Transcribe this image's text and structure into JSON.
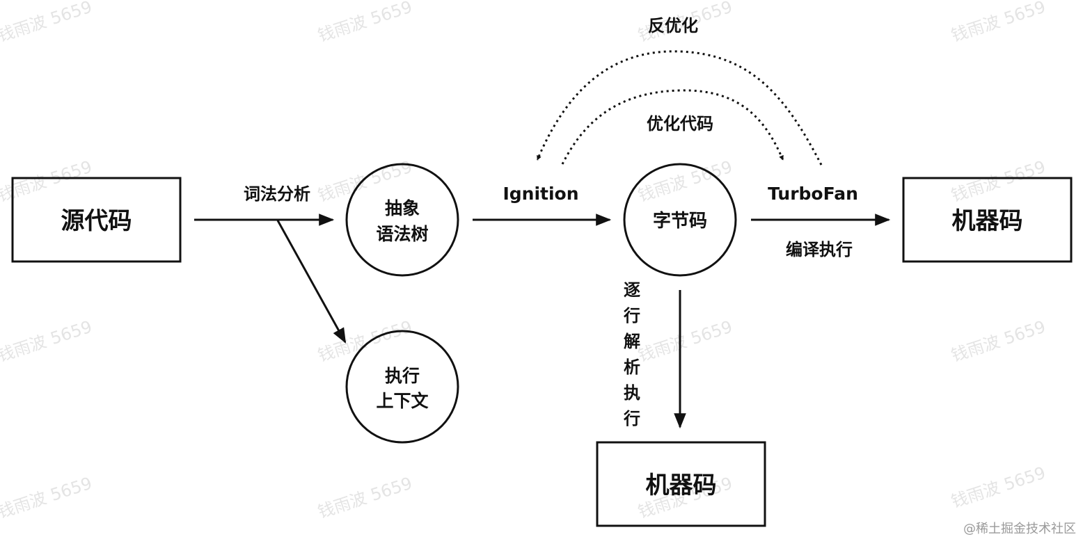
{
  "nodes": {
    "source_code": "源代码",
    "ast_line1": "抽象",
    "ast_line2": "语法树",
    "exec_ctx_line1": "执行",
    "exec_ctx_line2": "上下文",
    "bytecode": "字节码",
    "machine_code_right": "机器码",
    "machine_code_bottom": "机器码"
  },
  "edges": {
    "lexical_analysis": "词法分析",
    "ignition": "Ignition",
    "turbofan": "TurboFan",
    "compile_execute": "编译执行",
    "deoptimize": "反优化",
    "optimized_code": "优化代码",
    "interpret_line_by_line": [
      "逐",
      "行",
      "解",
      "析",
      "执",
      "行"
    ]
  },
  "watermark": {
    "text": "钱雨波 5659",
    "site": "@稀土掘金技术社区"
  },
  "colors": {
    "stroke": "#111111",
    "watermark": "#dcdcdc",
    "credit": "#9a9a9a",
    "background": "#ffffff"
  }
}
